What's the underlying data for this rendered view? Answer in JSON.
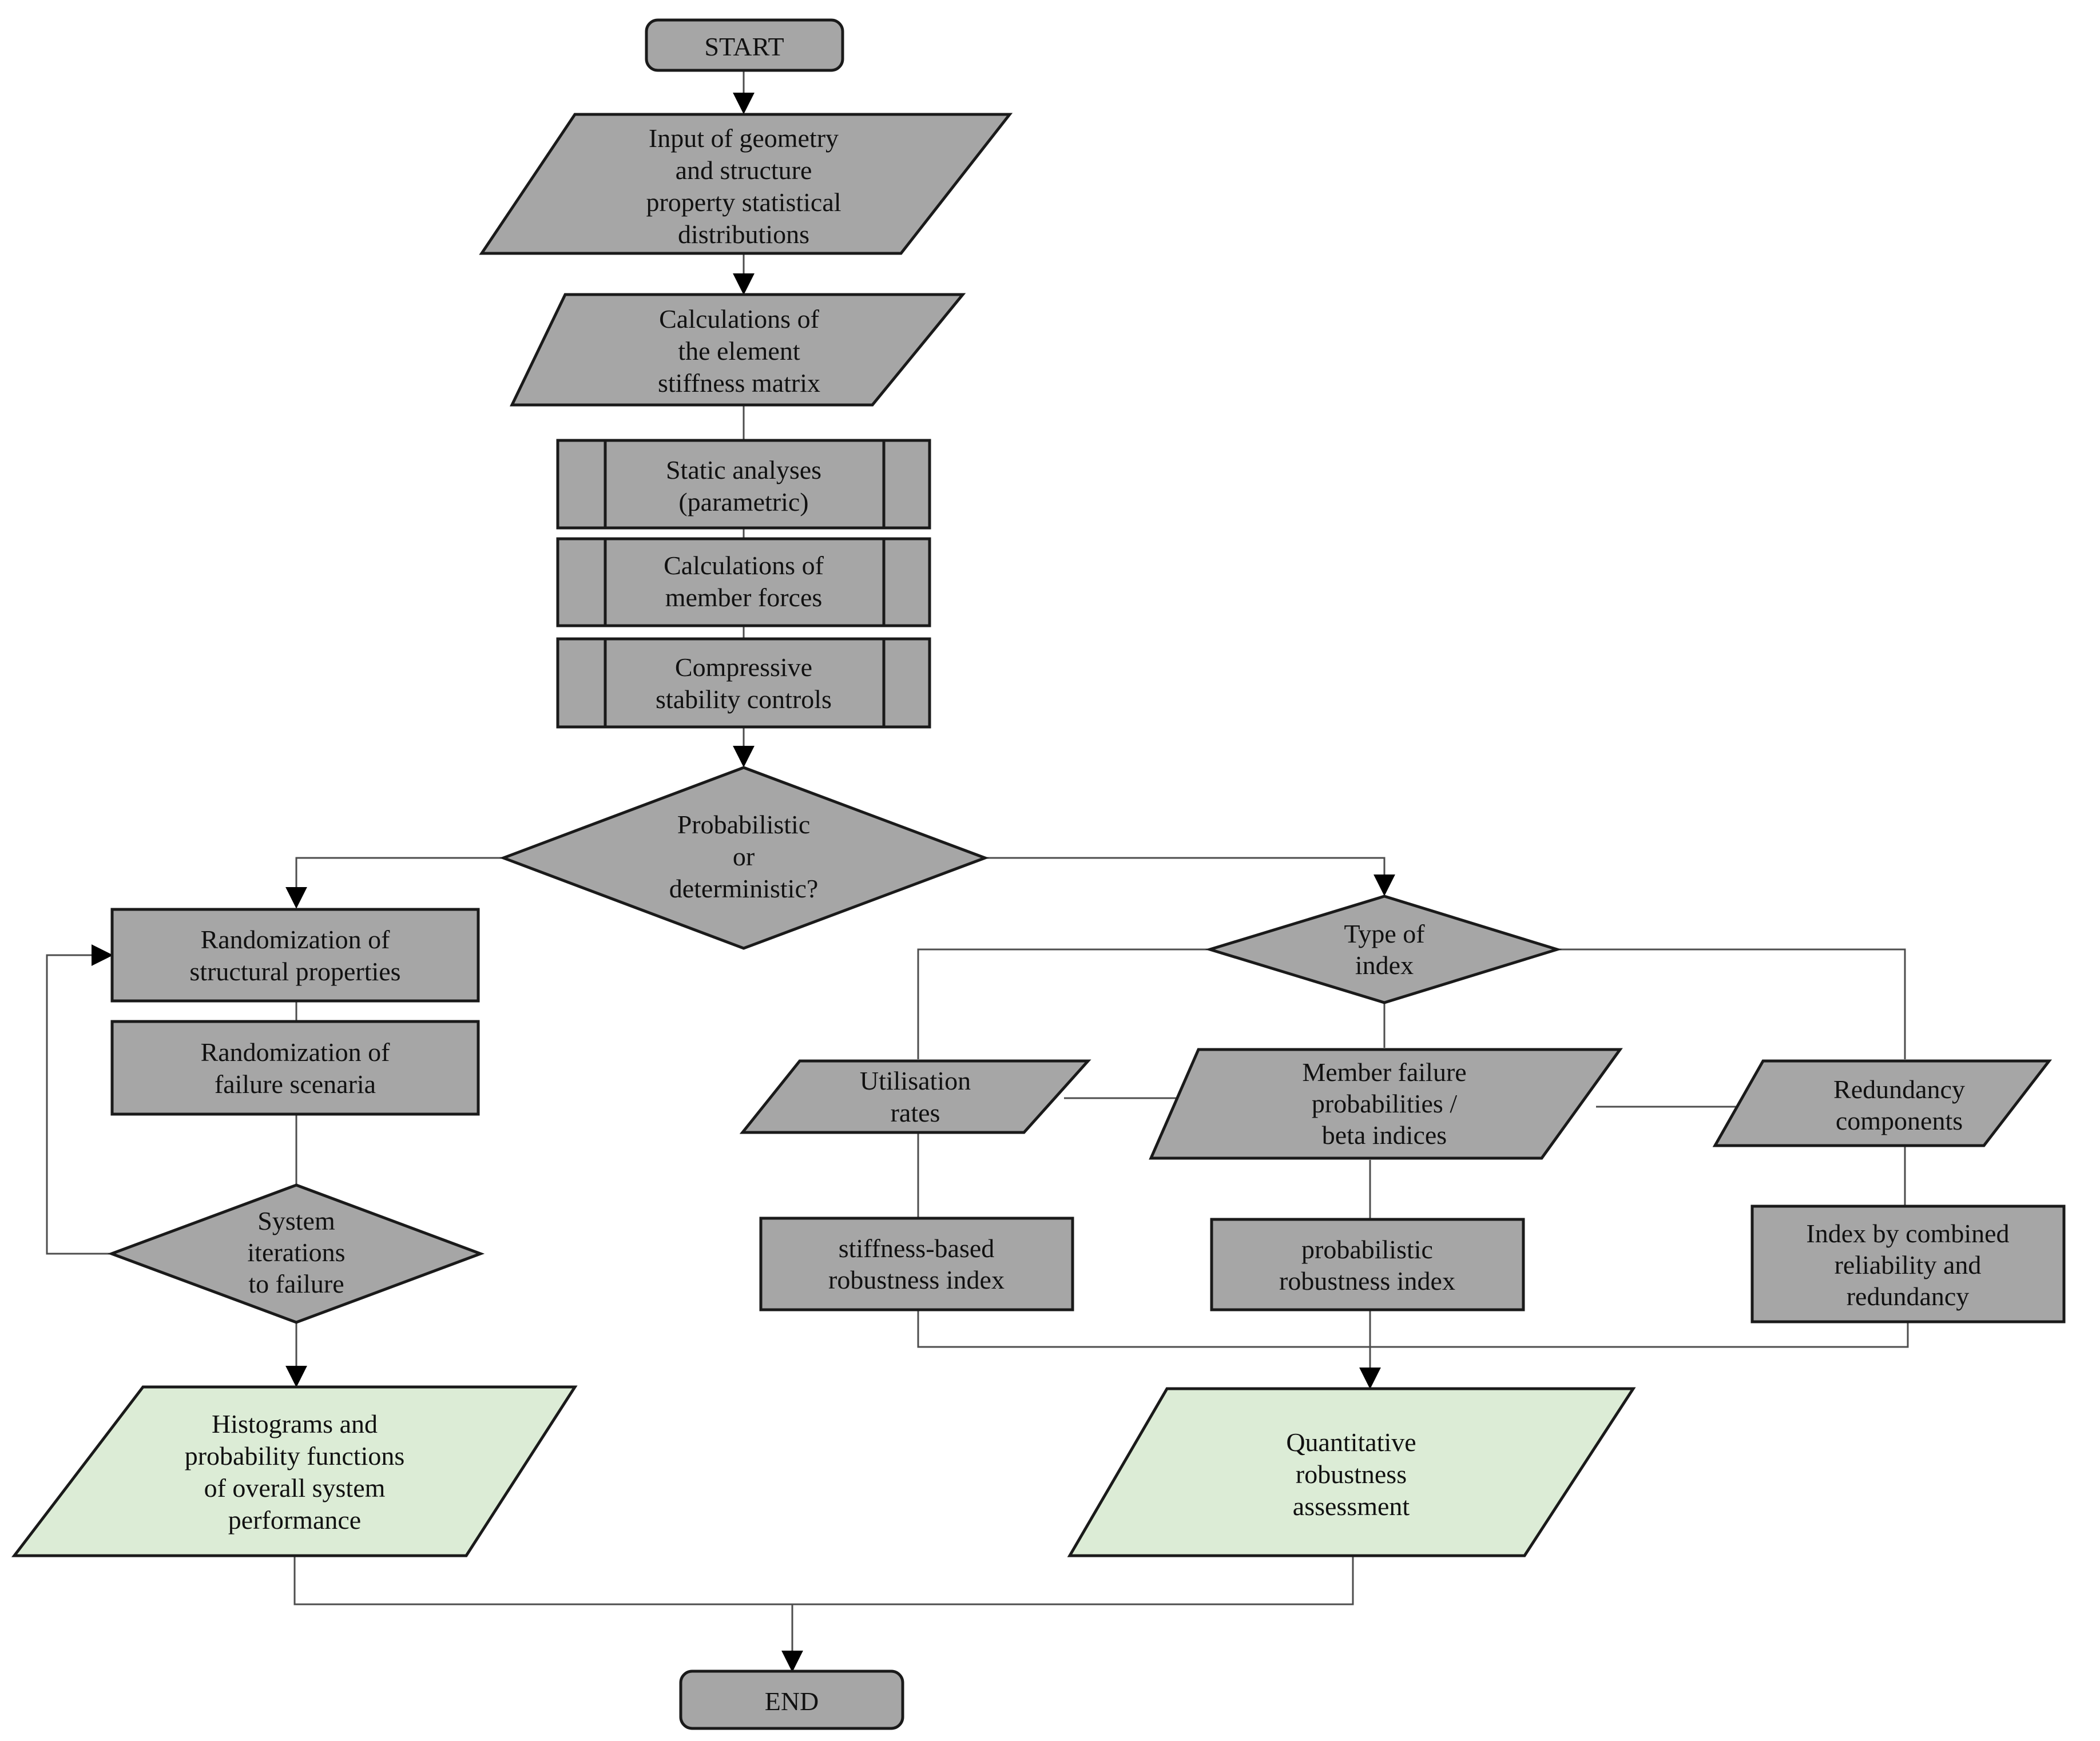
{
  "nodes": {
    "start": "START",
    "input": [
      "Input of geometry",
      "and structure",
      "property statistical",
      "distributions"
    ],
    "stiffness_calc": [
      "Calculations of",
      "the element",
      "stiffness matrix"
    ],
    "static_analyses": [
      "Static analyses",
      "(parametric)"
    ],
    "member_forces": [
      "Calculations of",
      "member forces"
    ],
    "compressive": [
      "Compressive",
      "stability controls"
    ],
    "decision": [
      "Probabilistic",
      "or",
      "deterministic?"
    ],
    "rand_struct": [
      "Randomization of",
      "structural properties"
    ],
    "rand_fail": [
      "Randomization of",
      "failure scenaria"
    ],
    "system_iter": [
      "System",
      "iterations",
      "to failure"
    ],
    "histograms": [
      "Histograms and",
      "probability functions",
      "of overall system",
      "performance"
    ],
    "type_index": [
      "Type of",
      "index"
    ],
    "utilisation": [
      "Utilisation",
      "rates"
    ],
    "member_failure": [
      "Member failure",
      "probabilities /",
      "beta indices"
    ],
    "redundancy": [
      "Redundancy",
      "components"
    ],
    "stiffness_index": [
      "stiffness-based",
      "robustness index"
    ],
    "prob_index": [
      "probabilistic",
      "robustness index"
    ],
    "combined_index": [
      "Index by combined",
      "reliability and",
      "redundancy"
    ],
    "quantitative": [
      "Quantitative",
      "robustness",
      "assessment"
    ],
    "end": "END"
  },
  "colors": {
    "process_fill": "#a6a6a6",
    "output_fill": "#dcecd6",
    "stroke": "#1a1a1a"
  }
}
